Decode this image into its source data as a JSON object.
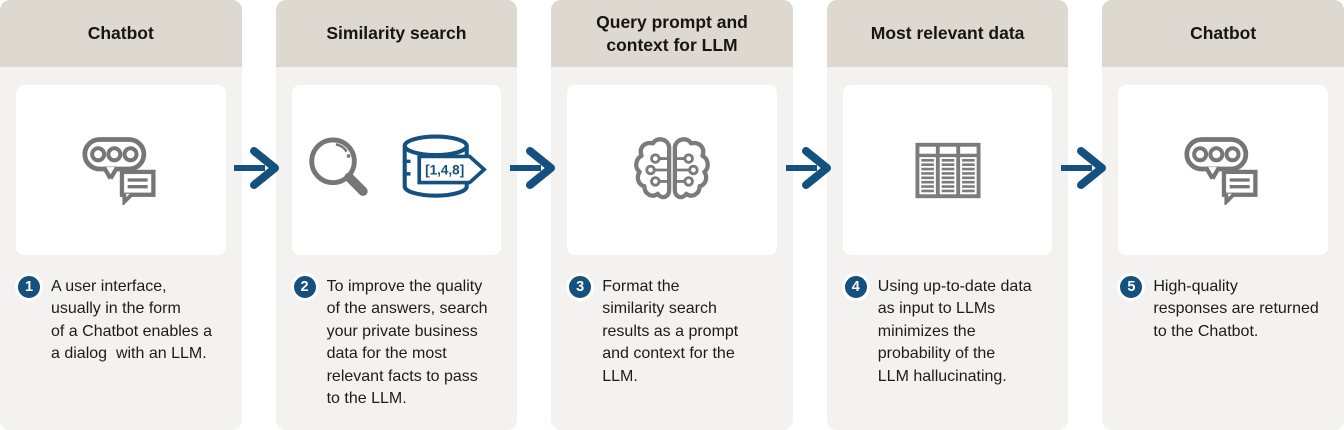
{
  "colors": {
    "accent_blue": "#15517e",
    "header_beige": "#ddd9d1",
    "panel_gray": "#f3f2f0",
    "card_white": "#ffffff",
    "icon_gray": "#767676",
    "text_dark": "#161513"
  },
  "steps": [
    {
      "number": "1",
      "title": "Chatbot",
      "icon": "chat-bubbles-icon",
      "description": "A user interface,\nusually in the form\nof a Chatbot enables a\na dialog  with an LLM."
    },
    {
      "number": "2",
      "title": "Similarity search",
      "icon": "similarity-search-icon",
      "database_tag": "[1,4,8]",
      "description": "To improve the quality\nof the answers, search\nyour private business\ndata for the most\nrelevant facts to pass\nto the LLM."
    },
    {
      "number": "3",
      "title": "Query prompt and\ncontext for LLM",
      "icon": "llm-brain-icon",
      "description": "Format the\nsimilarity search\nresults as a prompt\nand context for the\nLLM."
    },
    {
      "number": "4",
      "title": "Most relevant data",
      "icon": "data-table-icon",
      "description": "Using up-to-date data\nas input to LLMs\nminimizes the\nprobability of the\nLLM hallucinating."
    },
    {
      "number": "5",
      "title": "Chatbot",
      "icon": "chat-bubbles-icon",
      "description": "High-quality\nresponses are returned\nto the Chatbot."
    }
  ]
}
